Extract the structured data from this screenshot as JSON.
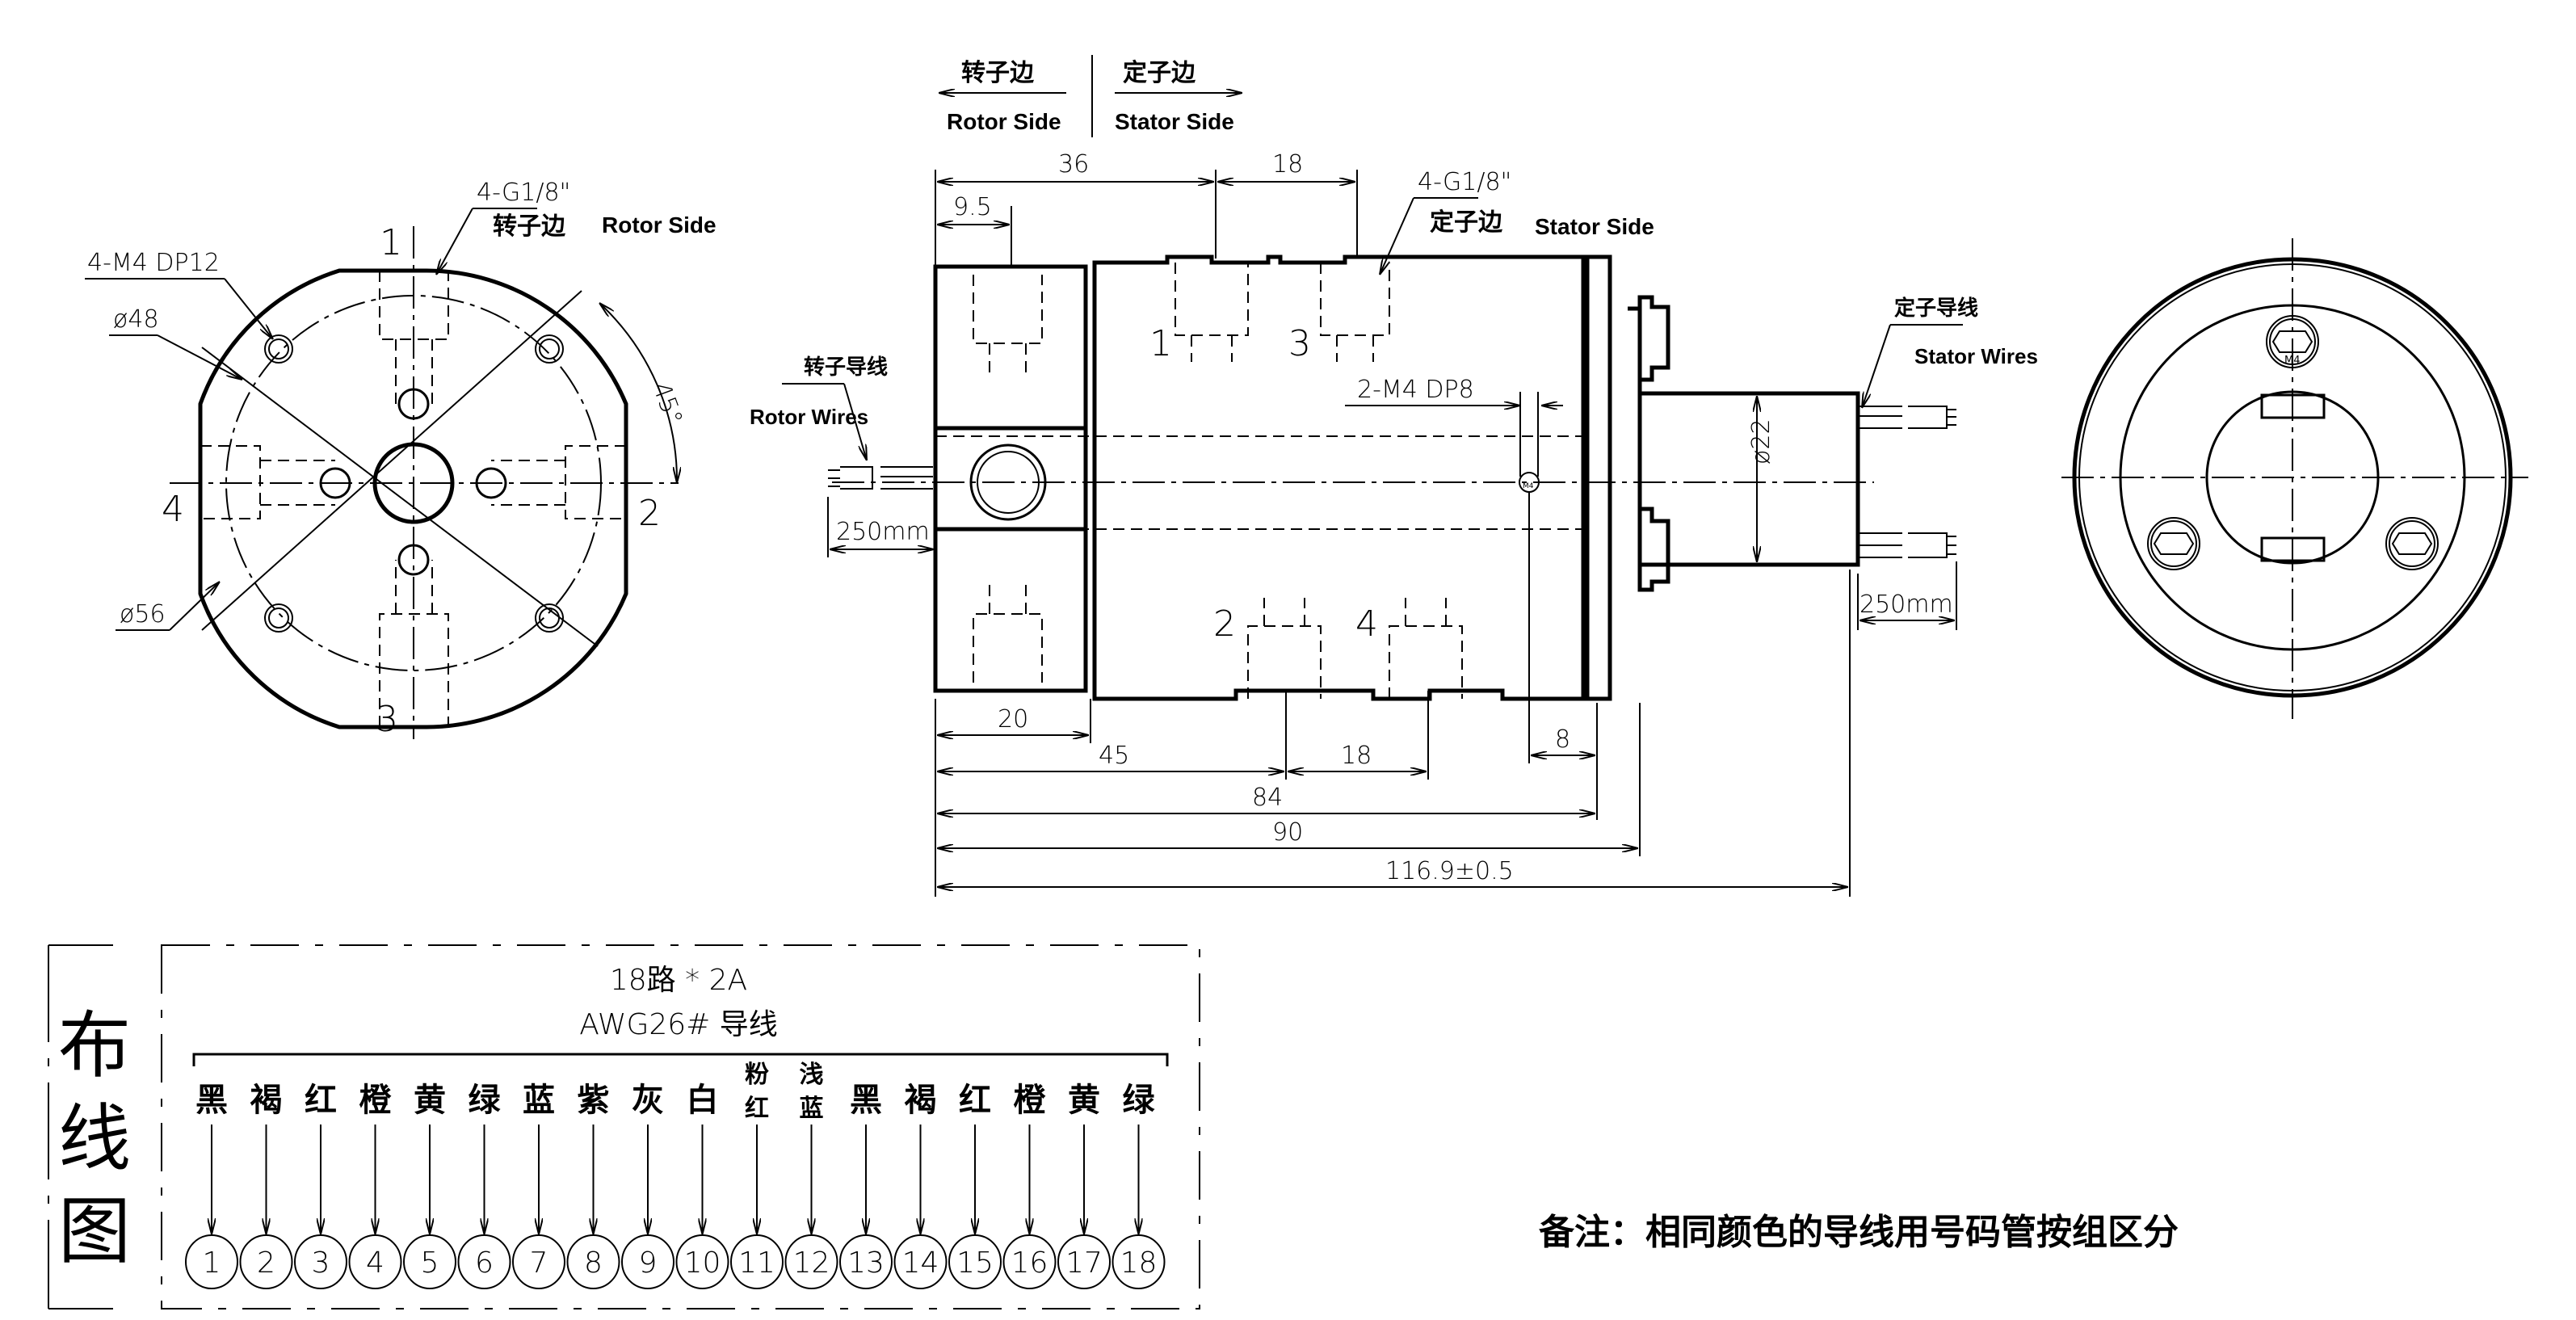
{
  "header": {
    "rotor_side_cn": "转子边",
    "rotor_side_en": "Rotor Side",
    "stator_side_cn": "定子边",
    "stator_side_en": "Stator Side"
  },
  "front_view": {
    "thread_spec": "4-G1/8\"",
    "thread_side_cn": "转子边",
    "thread_side_en": "Rotor Side",
    "mount_holes": "4-M4  DP12",
    "pcd": "ø48",
    "outer_dia": "ø56",
    "angle": "45°",
    "port_labels": [
      "1",
      "2",
      "3",
      "4"
    ]
  },
  "side_view": {
    "dims_top": [
      "36",
      "18",
      "9.5"
    ],
    "thread_spec": "4-G1/8\"",
    "thread_side_cn": "定子边",
    "thread_side_en": "Stator Side",
    "rotor_wires_cn": "转子导线",
    "rotor_wires_en": "Rotor Wires",
    "rotor_wire_len": "250mm",
    "stator_wires_cn": "定子导线",
    "stator_wires_en": "Stator Wires",
    "stator_wire_len": "250mm",
    "tapped_holes": "2-M4  DP8",
    "hole_tag": "M4",
    "stator_dia": "ø22",
    "port_labels": [
      "1",
      "3",
      "2",
      "4"
    ],
    "dims_bottom": {
      "d20": "20",
      "d45": "45",
      "d18": "18",
      "d8": "8",
      "d84": "84",
      "d90": "90",
      "total": "116.9±0.5"
    }
  },
  "end_view": {
    "hole_tag": "M4"
  },
  "wiring": {
    "title_cn": "布线图",
    "title_chars": [
      "布",
      "线",
      "图"
    ],
    "spec_line1": "18路 * 2A",
    "spec_line2": "AWG26# 导线",
    "wires": [
      {
        "no": "1",
        "color": "黑"
      },
      {
        "no": "2",
        "color": "褐"
      },
      {
        "no": "3",
        "color": "红"
      },
      {
        "no": "4",
        "color": "橙"
      },
      {
        "no": "5",
        "color": "黄"
      },
      {
        "no": "6",
        "color": "绿"
      },
      {
        "no": "7",
        "color": "蓝"
      },
      {
        "no": "8",
        "color": "紫"
      },
      {
        "no": "9",
        "color": "灰"
      },
      {
        "no": "10",
        "color": "白"
      },
      {
        "no": "11",
        "color": "粉红"
      },
      {
        "no": "12",
        "color": "浅蓝"
      },
      {
        "no": "13",
        "color": "黑"
      },
      {
        "no": "14",
        "color": "褐"
      },
      {
        "no": "15",
        "color": "红"
      },
      {
        "no": "16",
        "color": "橙"
      },
      {
        "no": "17",
        "color": "黄"
      },
      {
        "no": "18",
        "color": "绿"
      }
    ]
  },
  "note": "备注：相同颜色的导线用号码管按组区分"
}
